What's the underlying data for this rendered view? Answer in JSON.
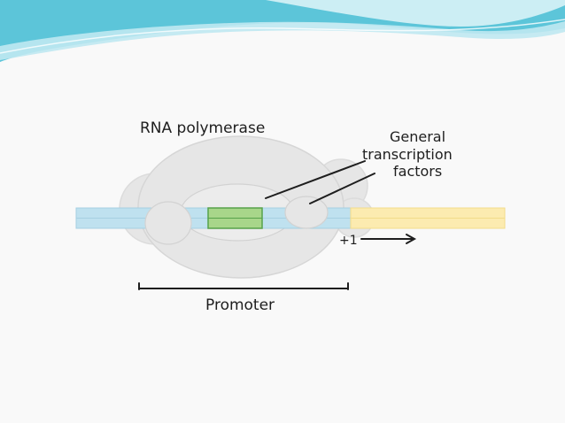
{
  "labels": {
    "polymerase": "RNA polymerase",
    "gtf_line1": "General",
    "gtf_line2": "transcription",
    "gtf_line3": "factors",
    "plus_one": "+1",
    "promoter": "Promoter"
  },
  "colors": {
    "background": "#f9f9f9",
    "banner_teal": "#5cc5d9",
    "banner_light": "#bfe8f1",
    "polymerase_fill": "#e6e6e6",
    "polymerase_stroke": "#dcdcdc",
    "dna_promoter": "#bfe1ef",
    "dna_gene": "#fcebb0",
    "green_box": "#a8d68a",
    "green_box_stroke": "#57a24a",
    "ink": "#1e1e1e"
  },
  "icons": {
    "transcription_direction": "arrow-right-icon"
  }
}
